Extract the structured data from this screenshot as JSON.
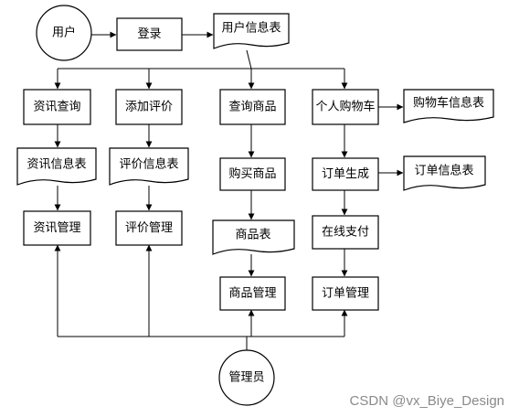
{
  "diagram": {
    "nodes": {
      "user": "用户",
      "login": "登录",
      "user_table": "用户信息表",
      "news_query": "资讯查询",
      "add_review": "添加评价",
      "product_query": "查询商品",
      "cart": "个人购物车",
      "cart_table": "购物车信息表",
      "news_table": "资讯信息表",
      "review_table": "评价信息表",
      "buy_product": "购买商品",
      "order_create": "订单生成",
      "order_table": "订单信息表",
      "news_manage": "资讯管理",
      "review_manage": "评价管理",
      "product_table": "商品表",
      "pay_online": "在线支付",
      "product_manage": "商品管理",
      "order_manage": "订单管理",
      "admin": "管理员"
    }
  },
  "watermark": "CSDN @vx_Biye_Design"
}
